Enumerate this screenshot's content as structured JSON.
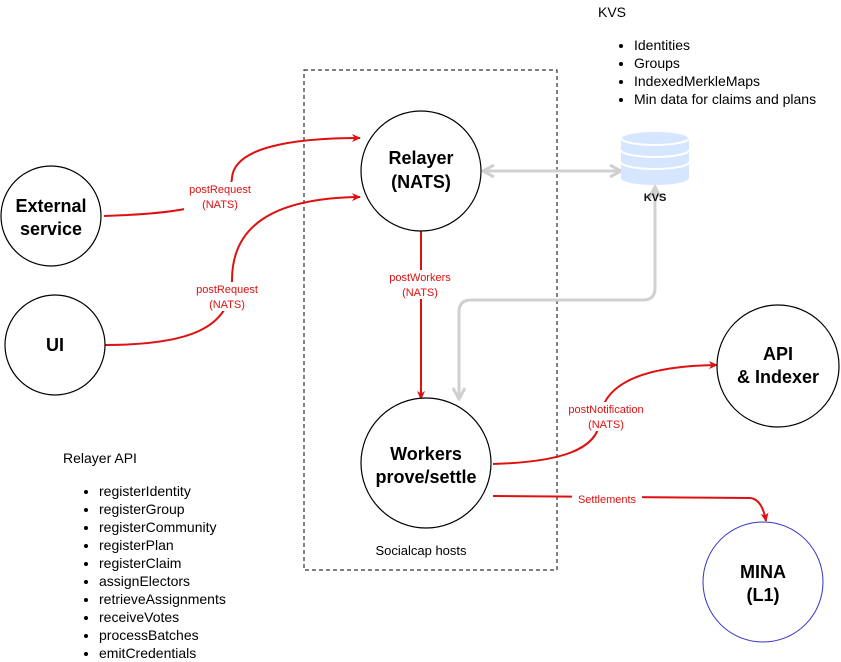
{
  "kvs_notes": {
    "title": "KVS",
    "items": [
      "Identities",
      "Groups",
      "IndexedMerkleMaps",
      "Min data for claims and plans"
    ]
  },
  "relayer_api": {
    "title": "Relayer API",
    "items": [
      "registerIdentity",
      "registerGroup",
      "registerCommunity",
      "registerPlan",
      "registerClaim",
      "assignElectors",
      "retrieveAssignments",
      "receiveVotes",
      "processBatches",
      "emitCredentials"
    ]
  },
  "nodes": {
    "external_service": [
      "External",
      "service"
    ],
    "ui": [
      "UI"
    ],
    "relayer": [
      "Relayer",
      "(NATS)"
    ],
    "workers": [
      "Workers",
      "prove/settle"
    ],
    "api_indexer": [
      "API",
      "& Indexer"
    ],
    "mina": [
      "MINA",
      "(L1)"
    ],
    "kvs_db": "KVS"
  },
  "hosts_label": "Socialcap hosts",
  "edges": {
    "ext_to_relayer": [
      "postRequest",
      "(NATS)"
    ],
    "ui_to_relayer": [
      "postRequest",
      "(NATS)"
    ],
    "relayer_to_workers": [
      "postWorkers",
      "(NATS)"
    ],
    "workers_to_api": [
      "postNotification",
      "(NATS)"
    ],
    "workers_to_mina": [
      "Settlements"
    ]
  },
  "colors": {
    "edge": "#e01010",
    "kvs_link": "#d0d0d0",
    "mina_border": "#3333cc",
    "db_fill": "#d6e6ff",
    "db_stroke": "#ffffff"
  }
}
